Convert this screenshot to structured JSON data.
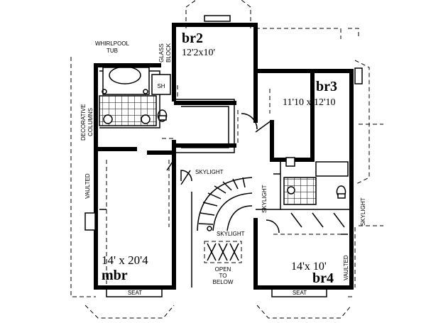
{
  "rooms": {
    "br2": {
      "name": "br2",
      "size": "12'2x10'"
    },
    "br3": {
      "name": "br3",
      "size": "11'10 x 12'10"
    },
    "mbr": {
      "name": "mbr",
      "size": "14' x 20'4"
    },
    "br4": {
      "name": "br4",
      "size": "14'x 10'"
    }
  },
  "labels": {
    "whirlpool_line1": "WHIRLPOOL",
    "whirlpool_line2": "TUB",
    "glass_line1": "GLASS",
    "glass_line2": "BLOCK",
    "shower": "SH",
    "decorative_line1": "DECORATIVE",
    "decorative_line2": "COLUMNS",
    "vaulted_left": "VAULTED",
    "vaulted_right": "VAULTED",
    "skylight_upper": "SKYLIGHT",
    "skylight_stair": "SKYLIGHT",
    "skylight_lower": "SKYLIGHT",
    "skylight_right": "SKYLIGHT",
    "open_line1": "OPEN",
    "open_line2": "TO",
    "open_line3": "BELOW",
    "seat_left": "SEAT",
    "seat_right": "SEAT"
  }
}
